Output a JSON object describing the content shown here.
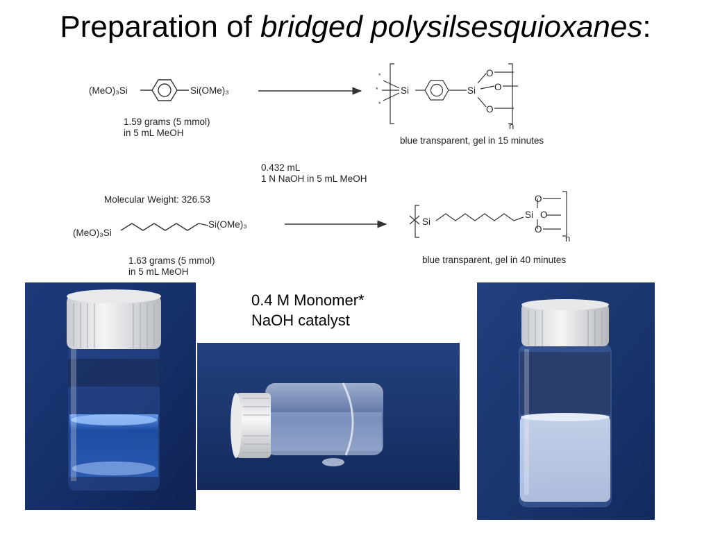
{
  "slide": {
    "title_plain": "Preparation of ",
    "title_italic": "bridged polysilsesquioxanes",
    "title_colon": ":"
  },
  "reaction1": {
    "reactant_left": "(MeO)₃Si",
    "reactant_right": "Si(OMe)₃",
    "amount_line1": "1.59 grams (5 mmol)",
    "amount_line2": "in 5 mL MeOH",
    "product_result": "blue transparent, gel in 15 minutes"
  },
  "conditions": {
    "line1": "0.432 mL",
    "line2": "1 N NaOH in 5 mL MeOH"
  },
  "reaction2": {
    "molecular_weight": "Molecular Weight: 326.53",
    "reactant_left": "(MeO)₃Si",
    "reactant_right": "Si(OMe)₃",
    "amount_line1": "1.63 grams (5 mmol)",
    "amount_line2": "in 5 mL MeOH",
    "product_result": "blue transparent, gel in 40 minutes"
  },
  "structure_labels": {
    "si": "Si",
    "o": "O",
    "n": "n"
  },
  "caption": {
    "line1": "0.4 M Monomer*",
    "line2": "NaOH catalyst"
  }
}
